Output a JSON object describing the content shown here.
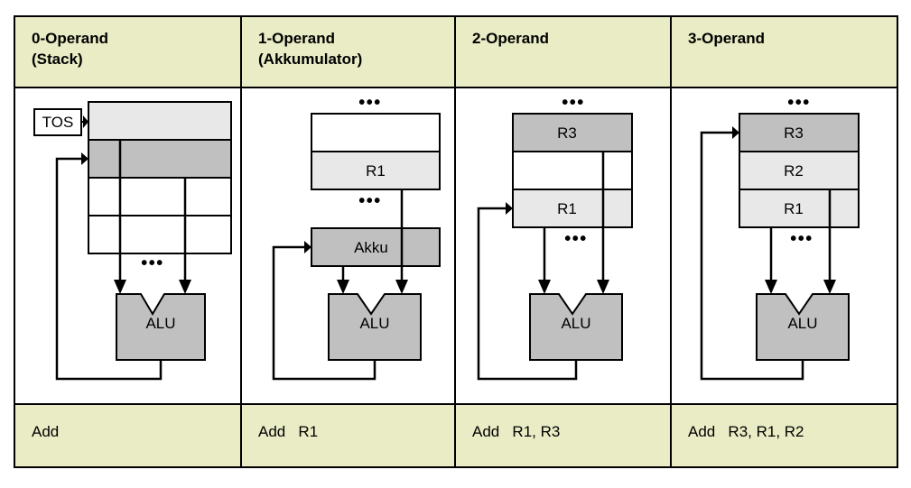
{
  "diagram": {
    "title_visible": false,
    "colors": {
      "header_bg": "#e9ecc4",
      "footer_bg": "#e9ecc4",
      "cell_white": "#ffffff",
      "cell_light_gray": "#e8e8e8",
      "cell_mid_gray": "#c0c0c0",
      "alu_fill": "#c0c0c0",
      "stroke": "#000000"
    },
    "ellipsis": "•••",
    "columns": [
      {
        "id": "zero-operand",
        "header": "0-Operand\n(Stack)",
        "instruction": "Add",
        "alu_label": "ALU",
        "pointer_label": "TOS",
        "memory_cells": [
          {
            "label": "",
            "shade": "light"
          },
          {
            "label": "",
            "shade": "mid"
          },
          {
            "label": "",
            "shade": "white"
          },
          {
            "label": "",
            "shade": "white"
          }
        ]
      },
      {
        "id": "one-operand",
        "header": "1-Operand\n(Akkumulator)",
        "instruction": "Add   R1",
        "alu_label": "ALU",
        "accumulator_label": "Akku",
        "memory_cells": [
          {
            "label": "",
            "shade": "white"
          },
          {
            "label": "R1",
            "shade": "light"
          }
        ]
      },
      {
        "id": "two-operand",
        "header": "2-Operand",
        "instruction": "Add   R1, R3",
        "alu_label": "ALU",
        "memory_cells": [
          {
            "label": "R3",
            "shade": "mid"
          },
          {
            "label": "",
            "shade": "white"
          },
          {
            "label": "R1",
            "shade": "light"
          }
        ]
      },
      {
        "id": "three-operand",
        "header": "3-Operand",
        "instruction": "Add   R3, R1, R2",
        "alu_label": "ALU",
        "memory_cells": [
          {
            "label": "R3",
            "shade": "mid"
          },
          {
            "label": "R2",
            "shade": "light"
          },
          {
            "label": "R1",
            "shade": "light"
          }
        ]
      }
    ]
  }
}
